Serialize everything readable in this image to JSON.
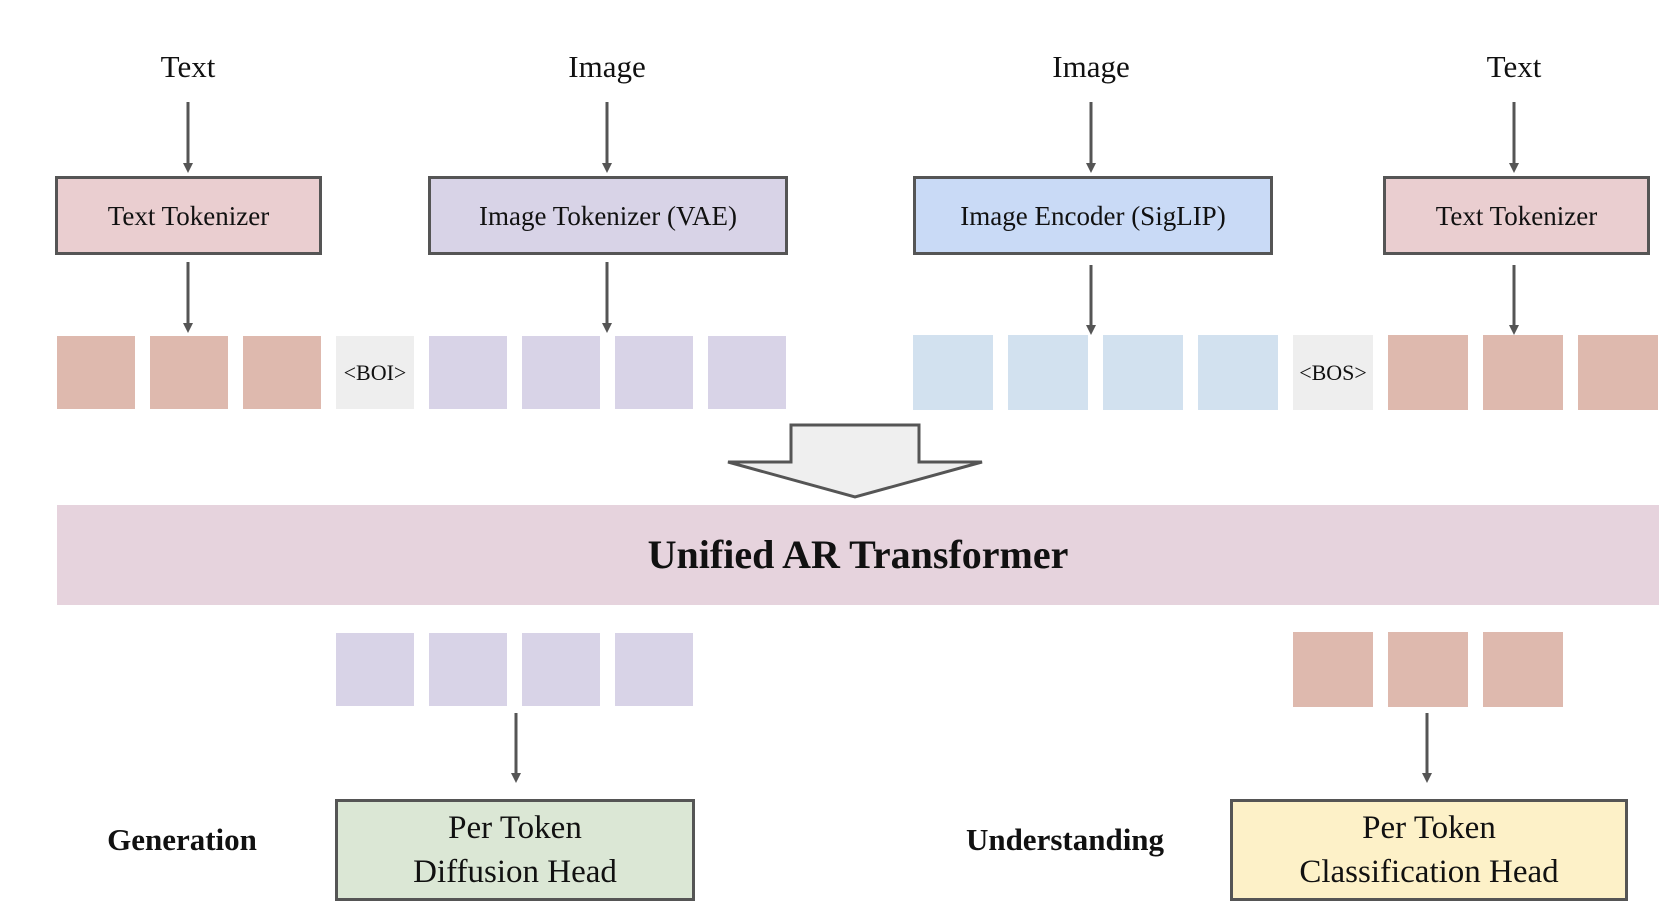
{
  "inputs": {
    "text_left": "Text",
    "image_left": "Image",
    "image_right": "Image",
    "text_right": "Text"
  },
  "encoders": {
    "text_tokenizer_left": "Text Tokenizer",
    "image_tokenizer": "Image Tokenizer (VAE)",
    "image_encoder": "Image Encoder (SigLIP)",
    "text_tokenizer_right": "Text Tokenizer"
  },
  "special_tokens": {
    "boi": "<BOI>",
    "bos": "<BOS>"
  },
  "transformer": {
    "label": "Unified AR Transformer"
  },
  "sections": {
    "generation": "Generation",
    "understanding": "Understanding"
  },
  "heads": {
    "diffusion": "Per Token\nDiffusion Head",
    "classification": "Per Token\nClassification Head"
  },
  "colors": {
    "text_token": "#deb9ae",
    "vae_token": "#d8d3e7",
    "siglip_token": "#d2e1ef",
    "special_token": "#eeeeee",
    "text_tokenizer_fill": "#eaced0",
    "image_tokenizer_fill": "#d8d3e7",
    "image_encoder_fill": "#c9daf6",
    "transformer_fill": "#e6d3dd",
    "diffusion_head_fill": "#dbe7d5",
    "classification_head_fill": "#fdf1c8",
    "arrow": "#555555",
    "big_arrow_fill": "#efefef"
  }
}
